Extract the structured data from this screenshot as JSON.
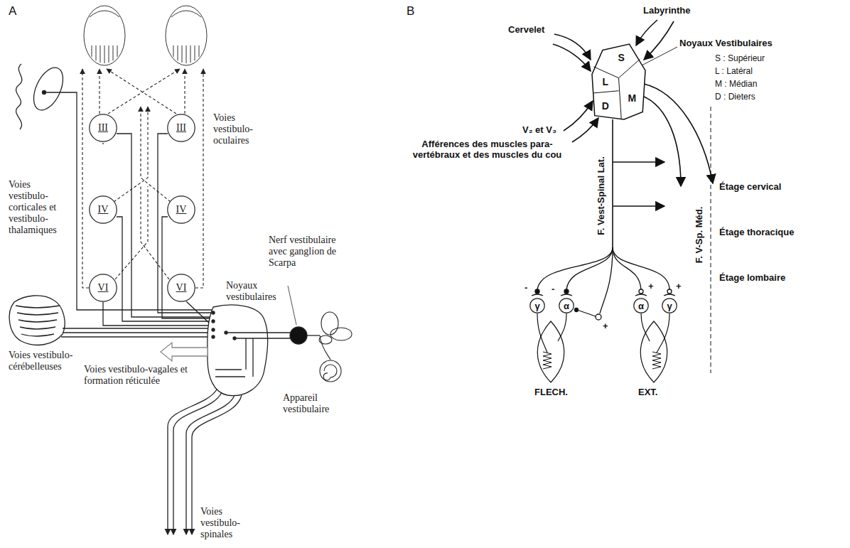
{
  "diagram": {
    "nodes": [
      {
        "text": [
          "III"
        ]
      },
      {
        "text": [
          "III"
        ]
      },
      {
        "text": [
          "IV"
        ]
      },
      {
        "text": [
          "IV"
        ]
      },
      {
        "text": [
          "VI"
        ]
      },
      {
        "text": [
          "VI"
        ]
      },
      {
        "text": [
          "S",
          "L",
          "D",
          "M"
        ]
      },
      {
        "text": [
          "γ"
        ]
      },
      {
        "text": [
          "α"
        ]
      },
      {
        "text": [
          "α"
        ]
      },
      {
        "text": [
          "γ"
        ]
      }
    ],
    "labels": [
      "A",
      "Voies vestibulo-oculaires",
      "Voies vestibulo-corticales et vestibulo-thalamiques",
      "Noyaux vestibulaires",
      "Nerf vestibulaire avec ganglion de Scarpa",
      "Appareil vestibulaire",
      "Voies vestibulo-cérébelleuses",
      "Voies vestibulo-vagales et formation réticulée",
      "Voies vestibulo-spinales",
      "B",
      "Cervelet",
      "Labyrinthe",
      "Noyaux Vestibulaires",
      "S : Supérieur",
      "L : Latéral",
      "M : Médian",
      "D : Dieters",
      "V₂ et V₃",
      "Afférences des muscles para-vertébraux et des muscles du cou",
      "F. Vest-Spinal Lat.",
      "F. V-Sp. Méd.",
      "Étage cervical",
      "Étage thoracique",
      "Étage lombaire",
      "FLECH.",
      "EXT.",
      "-",
      "-",
      "+",
      "+",
      "+"
    ]
  }
}
